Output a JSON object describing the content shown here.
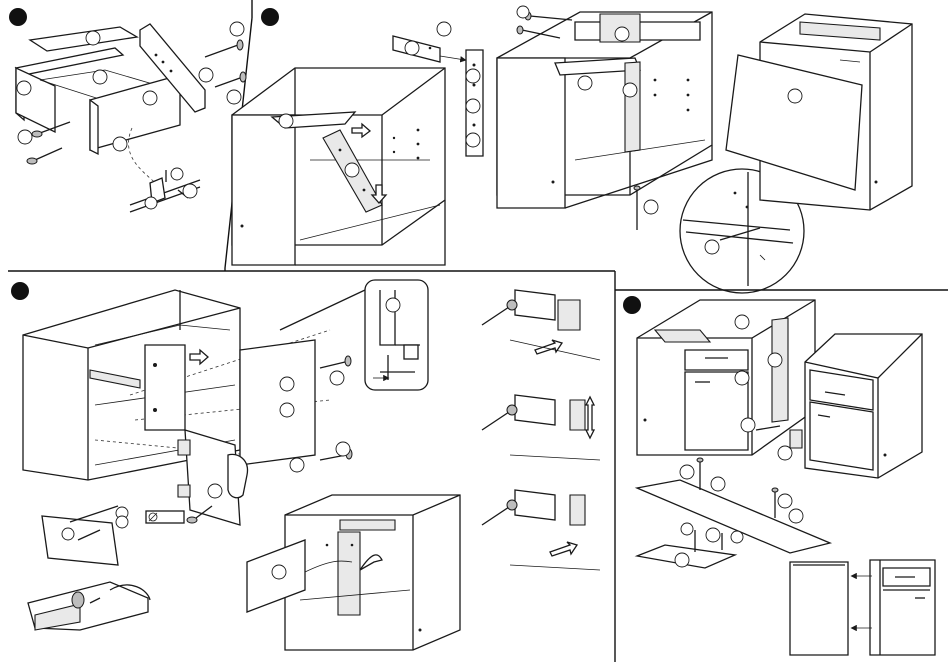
{
  "document": {
    "type": "assembly-instruction-sheet",
    "steps": [
      {
        "panel": "step-1",
        "marker": "filled-circle",
        "content": "drawer-box-assembly-with-screws-and-cam-fittings"
      },
      {
        "panel": "step-2",
        "marker": "filled-circle",
        "content": "cabinet-carcass-with-diagonal-brace-and-bracket-strip"
      },
      {
        "panel": "step-3",
        "marker": "filled-circle",
        "content": "drawer-front-and-door-hinge-adjustment"
      },
      {
        "panel": "step-4",
        "marker": "filled-circle",
        "content": "cabinets-joined-plinth-and-side-panel"
      }
    ],
    "icons": [
      "screw-icon",
      "dowel-icon",
      "hinge-icon",
      "hand-icon",
      "arrow-icon",
      "adjust-arrows-icon"
    ],
    "colors": {
      "line": "#1a1a1a",
      "background": "#ffffff",
      "marker": "#111111",
      "shade": "#e9e9e9"
    }
  }
}
